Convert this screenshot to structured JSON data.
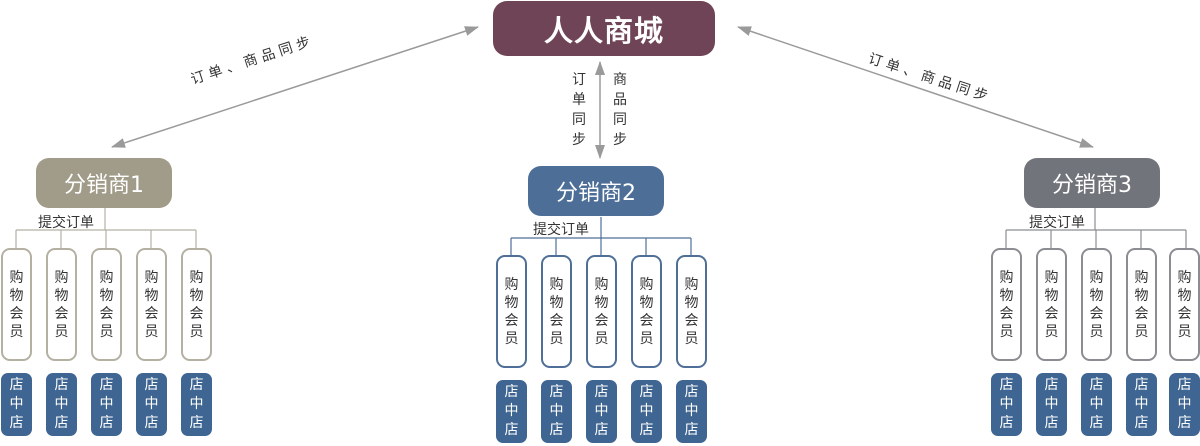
{
  "hq": {
    "label": "人人商城"
  },
  "sync": {
    "left_label": "订 单 、 商 品 同 步",
    "right_label": "订 单 、 商 品 同 步",
    "center_order": "订单同步",
    "center_goods": "商品同步"
  },
  "branches": [
    {
      "label": "分销商1",
      "color": "#a19c89",
      "submit_label": "提交订单",
      "member_border": "#b4b1a3",
      "members": [
        "购物会员",
        "购物会员",
        "购物会员",
        "购物会员",
        "购物会员"
      ],
      "shops": [
        "店中店",
        "店中店",
        "店中店",
        "店中店",
        "店中店"
      ]
    },
    {
      "label": "分销商2",
      "color": "#4d6f97",
      "submit_label": "提交订单",
      "member_border": "#4f6f98",
      "members": [
        "购物会员",
        "购物会员",
        "购物会员",
        "购物会员",
        "购物会员"
      ],
      "shops": [
        "店中店",
        "店中店",
        "店中店",
        "店中店",
        "店中店"
      ]
    },
    {
      "label": "分销商3",
      "color": "#72747c",
      "submit_label": "提交订单",
      "member_border": "#8c8d92",
      "members": [
        "购物会员",
        "购物会员",
        "购物会员",
        "购物会员",
        "购物会员"
      ],
      "shops": [
        "店中店",
        "店中店",
        "店中店",
        "店中店",
        "店中店"
      ]
    }
  ],
  "colors": {
    "hq": "#6f4456",
    "shop": "#3f6592",
    "arrow": "#9a9a9a"
  }
}
